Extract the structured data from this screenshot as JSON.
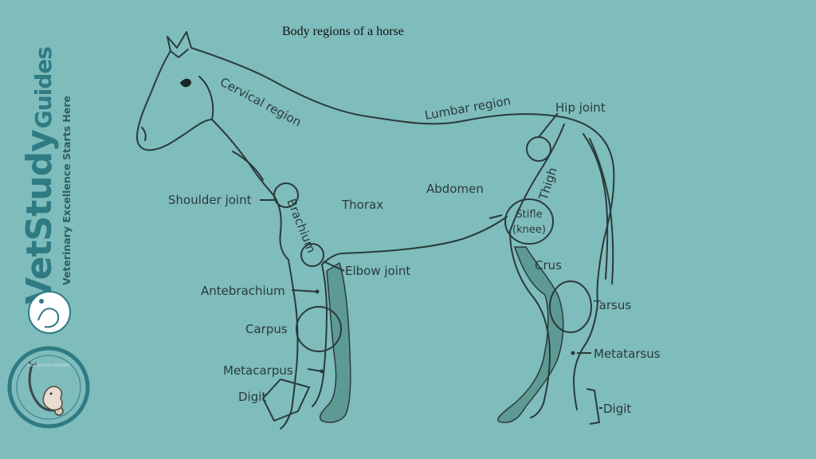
{
  "title": "Body regions of a horse",
  "brand": {
    "name_part1": "Vet",
    "name_part2": "Study",
    "name_part3": "Guides",
    "tagline": "Veterinary Excellence Starts Here",
    "badge_text": "VET STUDY GUIDES"
  },
  "labels": {
    "cervical_region": "Cervical region",
    "lumbar_region": "Lumbar region",
    "hip_joint": "Hip joint",
    "thigh": "Thigh",
    "shoulder_joint": "Shoulder joint",
    "brachium": "Brachium",
    "thorax": "Thorax",
    "abdomen": "Abdomen",
    "stifle": "Stifle",
    "knee": "(knee)",
    "elbow_joint": "Elbow joint",
    "crus": "Crus",
    "antebrachium": "Antebrachium",
    "tarsus": "Tarsus",
    "carpus": "Carpus",
    "metatarsus": "Metatarsus",
    "metacarpus": "Metacarpus",
    "digit_fore": "Digit",
    "digit_hind": "Digit"
  },
  "colors": {
    "background": "#7fbcbc",
    "outline": "#2a3a3a",
    "shaded_limb": "#5e9a94",
    "brand_teal": "#2f7b84"
  }
}
